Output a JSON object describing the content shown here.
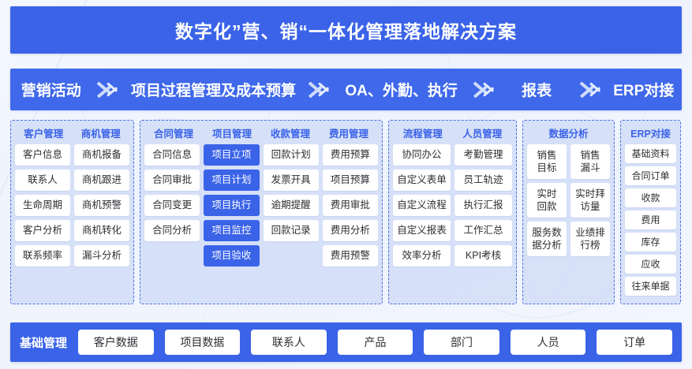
{
  "header": {
    "title": "数字化”营、销“一体化管理落地解决方案"
  },
  "flow": {
    "steps": [
      "营销活动",
      "项目过程管理及成本预算",
      "OA、外勤、执行",
      "报表",
      "ERP对接"
    ],
    "separator_icon": "chevron-right-icon"
  },
  "colors": {
    "brand_blue": "#3A63E8",
    "flow_blue": "#3F68EA",
    "panel_fill": "#CDD9F5",
    "panel_border": "#4A6FE3",
    "page_bg": "#F2F5FD",
    "cell_bg": "#FFFFFF",
    "cell_text": "#2E2E33"
  },
  "groups": [
    {
      "id": "group-customer-opportunity",
      "headers": [
        "客户管理",
        "商机管理"
      ],
      "columns": [
        {
          "header": "客户管理",
          "items": [
            {
              "label": "客户信息",
              "highlight": false
            },
            {
              "label": "联系人",
              "highlight": false
            },
            {
              "label": "生命周期",
              "highlight": false
            },
            {
              "label": "客户分析",
              "highlight": false
            },
            {
              "label": "联系频率",
              "highlight": false
            }
          ]
        },
        {
          "header": "商机管理",
          "items": [
            {
              "label": "商机报备",
              "highlight": false
            },
            {
              "label": "商机跟进",
              "highlight": false
            },
            {
              "label": "商机预警",
              "highlight": false
            },
            {
              "label": "商机转化",
              "highlight": false
            },
            {
              "label": "漏斗分析",
              "highlight": false
            }
          ]
        }
      ]
    },
    {
      "id": "group-contract-project-receivable-expense",
      "headers": [
        "合同管理",
        "项目管理",
        "收款管理",
        "费用管理"
      ],
      "columns": [
        {
          "header": "合同管理",
          "items": [
            {
              "label": "合同信息",
              "highlight": false
            },
            {
              "label": "合同审批",
              "highlight": false
            },
            {
              "label": "合同变更",
              "highlight": false
            },
            {
              "label": "合同分析",
              "highlight": false
            },
            {
              "label": "",
              "highlight": false,
              "empty": true
            }
          ]
        },
        {
          "header": "项目管理",
          "items": [
            {
              "label": "项目立项",
              "highlight": true
            },
            {
              "label": "项目计划",
              "highlight": true
            },
            {
              "label": "项目执行",
              "highlight": true
            },
            {
              "label": "项目监控",
              "highlight": true
            },
            {
              "label": "项目验收",
              "highlight": true
            }
          ]
        },
        {
          "header": "收款管理",
          "items": [
            {
              "label": "回款计划",
              "highlight": false
            },
            {
              "label": "发票开具",
              "highlight": false
            },
            {
              "label": "逾期提醒",
              "highlight": false
            },
            {
              "label": "回款记录",
              "highlight": false
            },
            {
              "label": "",
              "highlight": false,
              "empty": true
            }
          ]
        },
        {
          "header": "费用管理",
          "items": [
            {
              "label": "费用预算",
              "highlight": false
            },
            {
              "label": "项目预算",
              "highlight": false
            },
            {
              "label": "费用审批",
              "highlight": false
            },
            {
              "label": "费用分析",
              "highlight": false
            },
            {
              "label": "费用预警",
              "highlight": false
            }
          ]
        }
      ]
    },
    {
      "id": "group-process-personnel",
      "headers": [
        "流程管理",
        "人员管理"
      ],
      "columns": [
        {
          "header": "流程管理",
          "items": [
            {
              "label": "协同办公",
              "highlight": false
            },
            {
              "label": "自定义表单",
              "highlight": false
            },
            {
              "label": "自定义流程",
              "highlight": false
            },
            {
              "label": "自定义报表",
              "highlight": false
            },
            {
              "label": "效率分析",
              "highlight": false
            }
          ]
        },
        {
          "header": "人员管理",
          "items": [
            {
              "label": "考勤管理",
              "highlight": false
            },
            {
              "label": "员工轨迹",
              "highlight": false
            },
            {
              "label": "执行汇报",
              "highlight": false
            },
            {
              "label": "工作汇总",
              "highlight": false
            },
            {
              "label": "KPI考核",
              "highlight": false
            }
          ]
        }
      ]
    },
    {
      "id": "group-data-analysis",
      "headers": [
        "数据分析"
      ],
      "two_line": true,
      "columns": [
        {
          "header": "",
          "items": [
            {
              "lines": [
                "销售",
                "目标"
              ],
              "highlight": false
            },
            {
              "lines": [
                "实时",
                "回款"
              ],
              "highlight": false
            },
            {
              "lines": [
                "服务数",
                "据分析"
              ],
              "highlight": false
            }
          ]
        },
        {
          "header": "",
          "items": [
            {
              "lines": [
                "销售",
                "漏斗"
              ],
              "highlight": false
            },
            {
              "lines": [
                "实时拜",
                "访量"
              ],
              "highlight": false
            },
            {
              "lines": [
                "业绩排",
                "行榜"
              ],
              "highlight": false
            }
          ]
        }
      ]
    },
    {
      "id": "group-erp",
      "headers": [
        "ERP对接"
      ],
      "columns": [
        {
          "header": "",
          "items": [
            {
              "label": "基础资料",
              "highlight": false
            },
            {
              "label": "合同订单",
              "highlight": false
            },
            {
              "label": "收款",
              "highlight": false
            },
            {
              "label": "费用",
              "highlight": false
            },
            {
              "label": "库存",
              "highlight": false
            },
            {
              "label": "应收",
              "highlight": false
            },
            {
              "label": "往来单据",
              "highlight": false
            }
          ]
        }
      ]
    }
  ],
  "base_bar": {
    "label": "基础管理",
    "items": [
      "客户数据",
      "项目数据",
      "联系人",
      "产品",
      "部门",
      "人员",
      "订单"
    ]
  }
}
